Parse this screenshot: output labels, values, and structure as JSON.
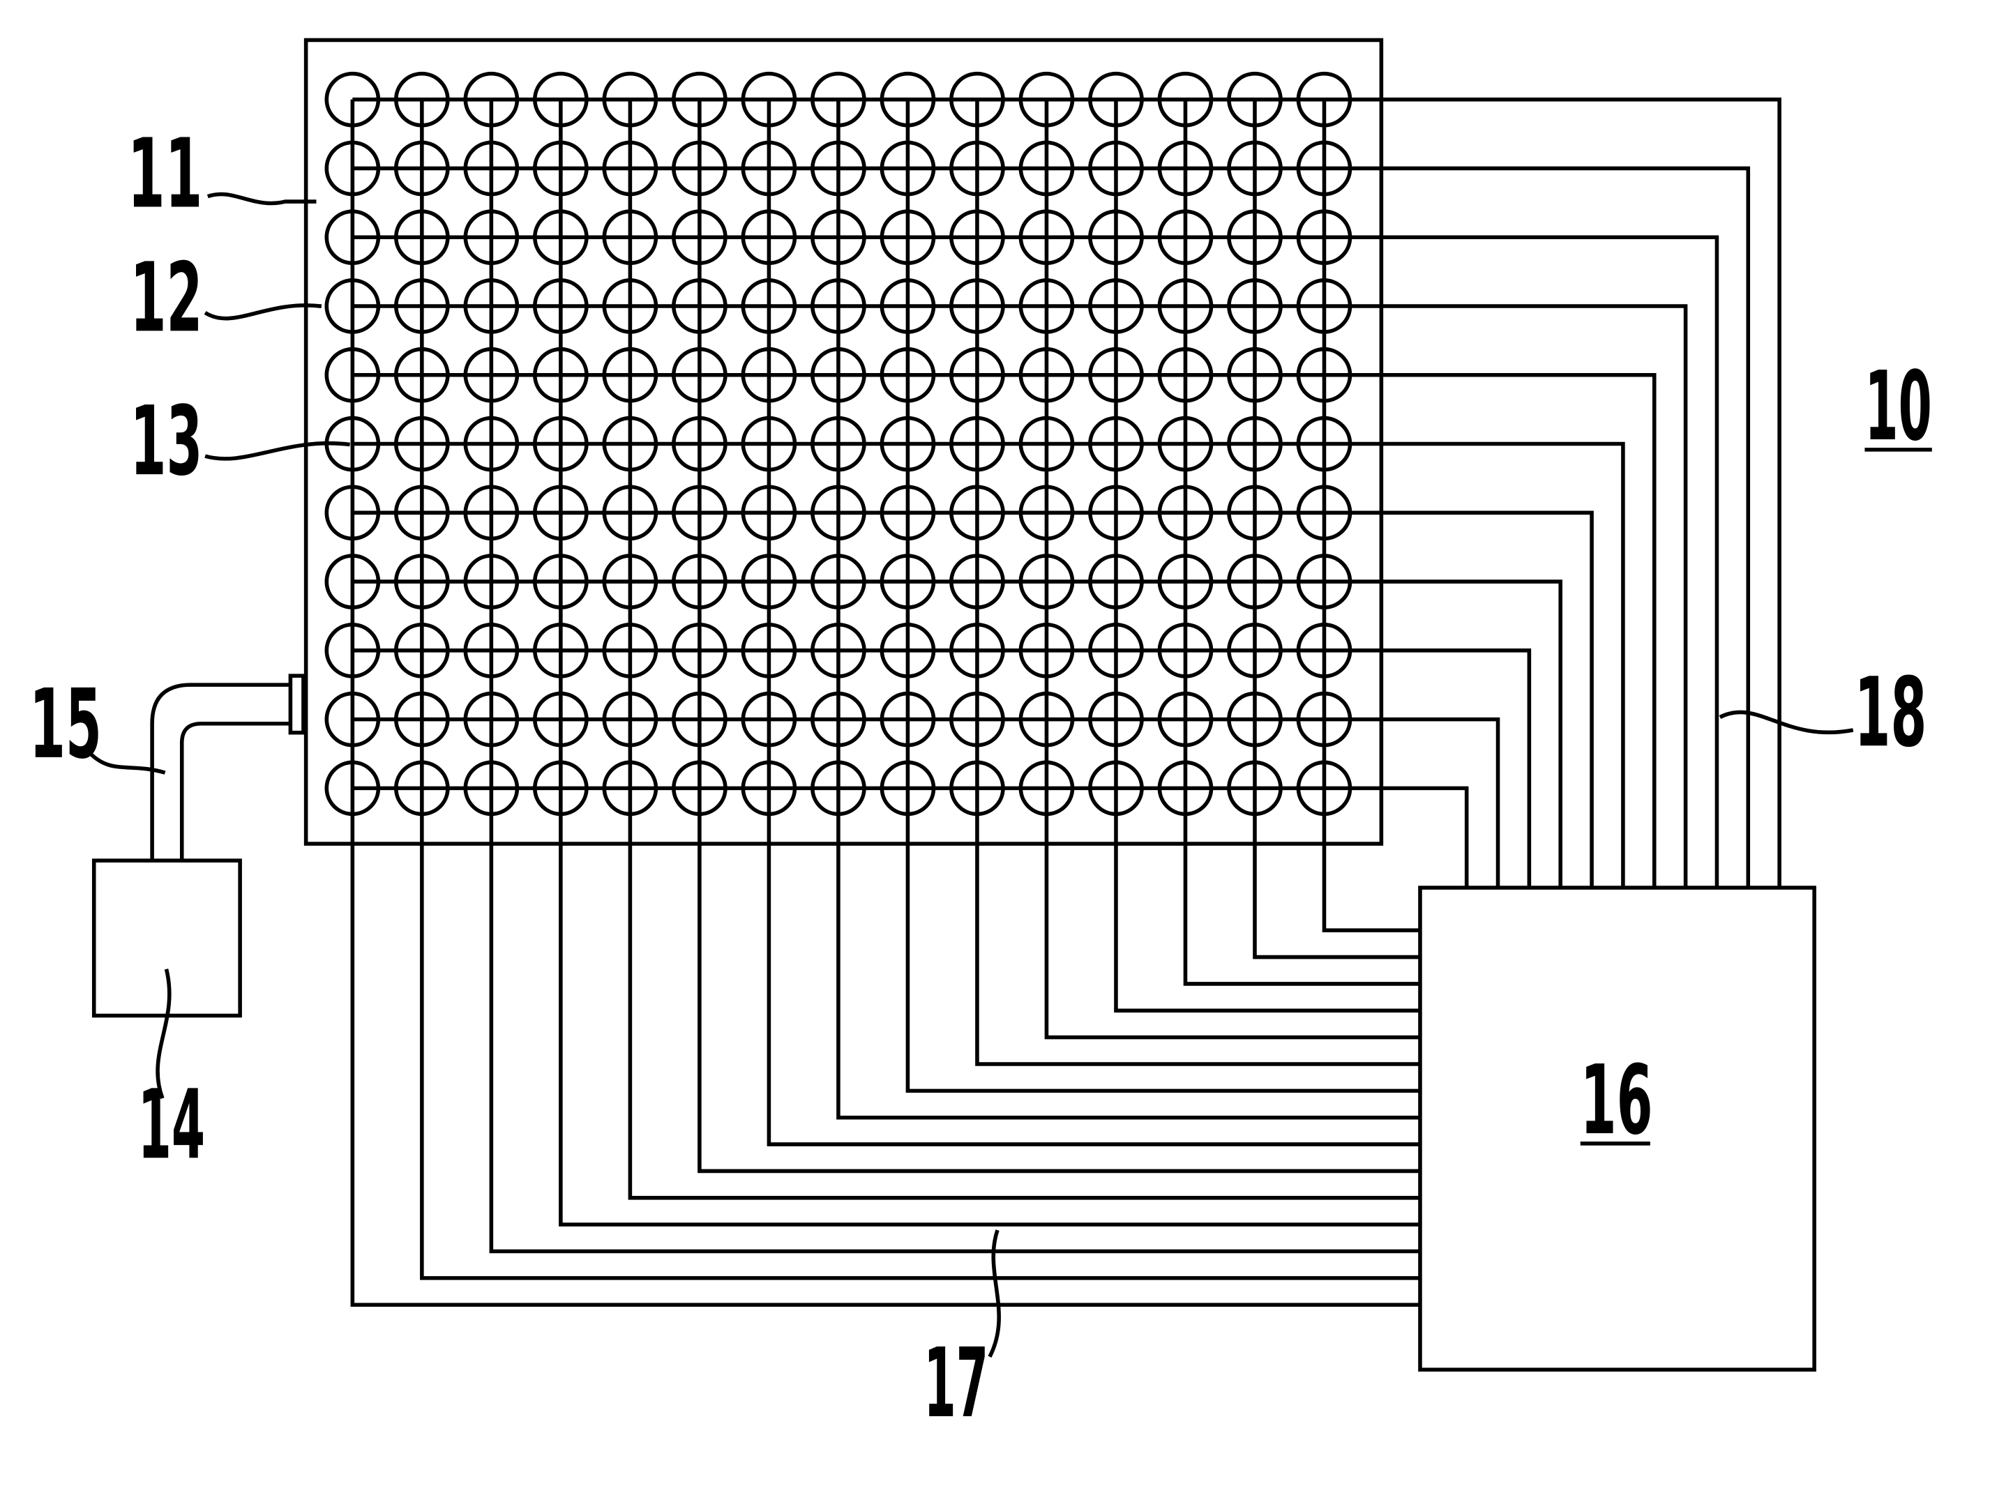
{
  "figure": {
    "reference_numerals": {
      "system": "10",
      "plate": "11",
      "well": "12",
      "electrode_grid": "13",
      "source_unit": "14",
      "conduit": "15",
      "controller": "16",
      "column_leads": "17",
      "row_leads": "18"
    },
    "grid": {
      "rows": 11,
      "columns": 15
    },
    "colors": {
      "ink": "#000000",
      "paper": "#ffffff"
    }
  }
}
